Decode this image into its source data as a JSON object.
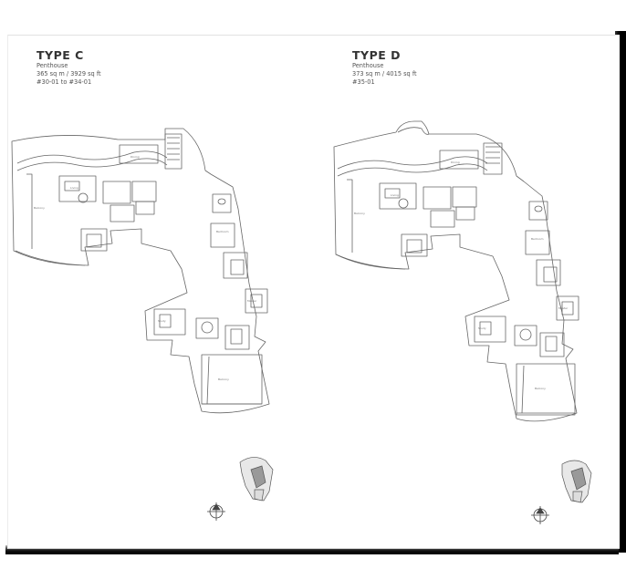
{
  "units": [
    {
      "title": "TYPE C",
      "type_label": "Penthouse",
      "area": "365 sq m / 3929 sq ft",
      "unit_numbers": "#30-01 to #34-01"
    },
    {
      "title": "TYPE D",
      "type_label": "Penthouse",
      "area": "373 sq m / 4015 sq ft",
      "unit_numbers": "#35-01"
    }
  ],
  "colors": {
    "line": "#666666",
    "paper": "#ffffff",
    "shadow": "#000000"
  },
  "icons": [
    "north-arrow-icon",
    "site-key-plan-icon"
  ]
}
